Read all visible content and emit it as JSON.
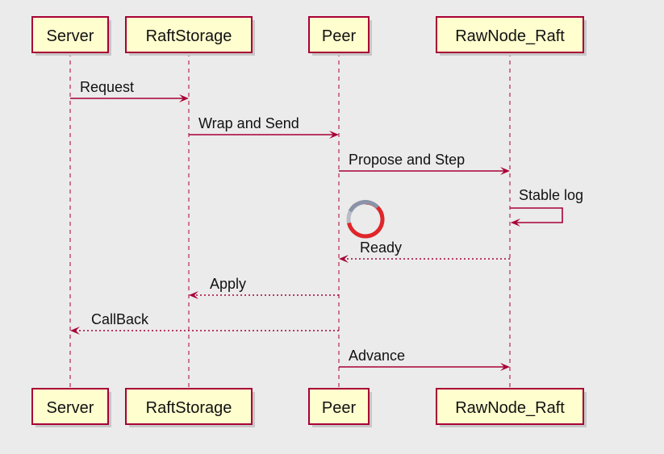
{
  "participants": [
    "Server",
    "RaftStorage",
    "Peer",
    "RawNode_Raft"
  ],
  "messages": [
    {
      "from": 0,
      "to": 1,
      "label": "Request",
      "style": "solid"
    },
    {
      "from": 1,
      "to": 2,
      "label": "Wrap and Send",
      "style": "solid"
    },
    {
      "from": 2,
      "to": 3,
      "label": "Propose and Step",
      "style": "solid"
    },
    {
      "from": 3,
      "to": 3,
      "label": "Stable log",
      "style": "solid"
    },
    {
      "from": 3,
      "to": 2,
      "label": "Ready",
      "style": "dotted"
    },
    {
      "from": 2,
      "to": 1,
      "label": "Apply",
      "style": "dotted"
    },
    {
      "from": 2,
      "to": 0,
      "label": "CallBack",
      "style": "dotted"
    },
    {
      "from": 2,
      "to": 3,
      "label": "Advance",
      "style": "solid"
    }
  ],
  "colors": {
    "background": "#ebebeb",
    "box_fill": "#fefece",
    "line": "#a80036",
    "spinner_red": "#e0262b",
    "spinner_gray": "#8a93a8"
  },
  "icons": {
    "loading": "loading-spinner-icon"
  }
}
